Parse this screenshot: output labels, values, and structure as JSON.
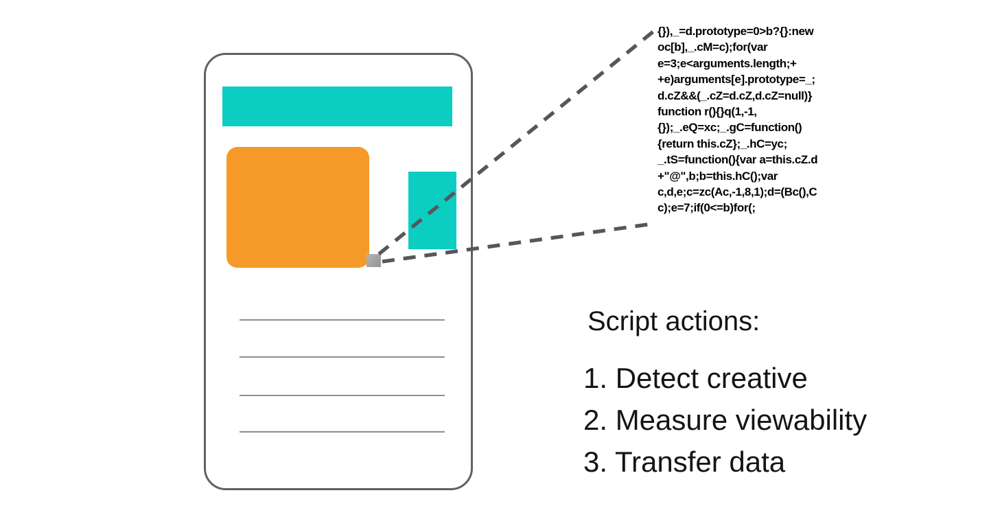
{
  "colors": {
    "teal": "#0BCDC2",
    "orange": "#F59A28",
    "gray_square": "#A0A0A0",
    "phone_border": "#5E6165",
    "dashed_line": "#56575B",
    "text_line": "#8E8E8E",
    "code_text": "#000000",
    "body_text": "#141414"
  },
  "code_snippet": {
    "lines": [
      "{}),_=d.prototype=0>b?{}:new",
      "oc[b],_.cM=c);for(var",
      "e=3;e<arguments.length;+",
      "+e)arguments[e].prototype=_;",
      "d.cZ&&(_.cZ=d.cZ,d.cZ=null)}",
      "function r(){}q(1,-1,",
      "{});_.eQ=xc;_.gC=function()",
      "{return this.cZ};_.hC=yc;",
      "_.tS=function(){var a=this.cZ.d",
      "+\"@\",b;b=this.hC();var",
      "c,d,e;c=zc(Ac,-1,8,1);d=(Bc(),C",
      "c);e=7;if(0<=b)for(;"
    ]
  },
  "script_actions": {
    "heading": "Script actions:",
    "items": [
      "1. Detect creative",
      "2. Measure viewability",
      "3. Transfer data"
    ]
  }
}
